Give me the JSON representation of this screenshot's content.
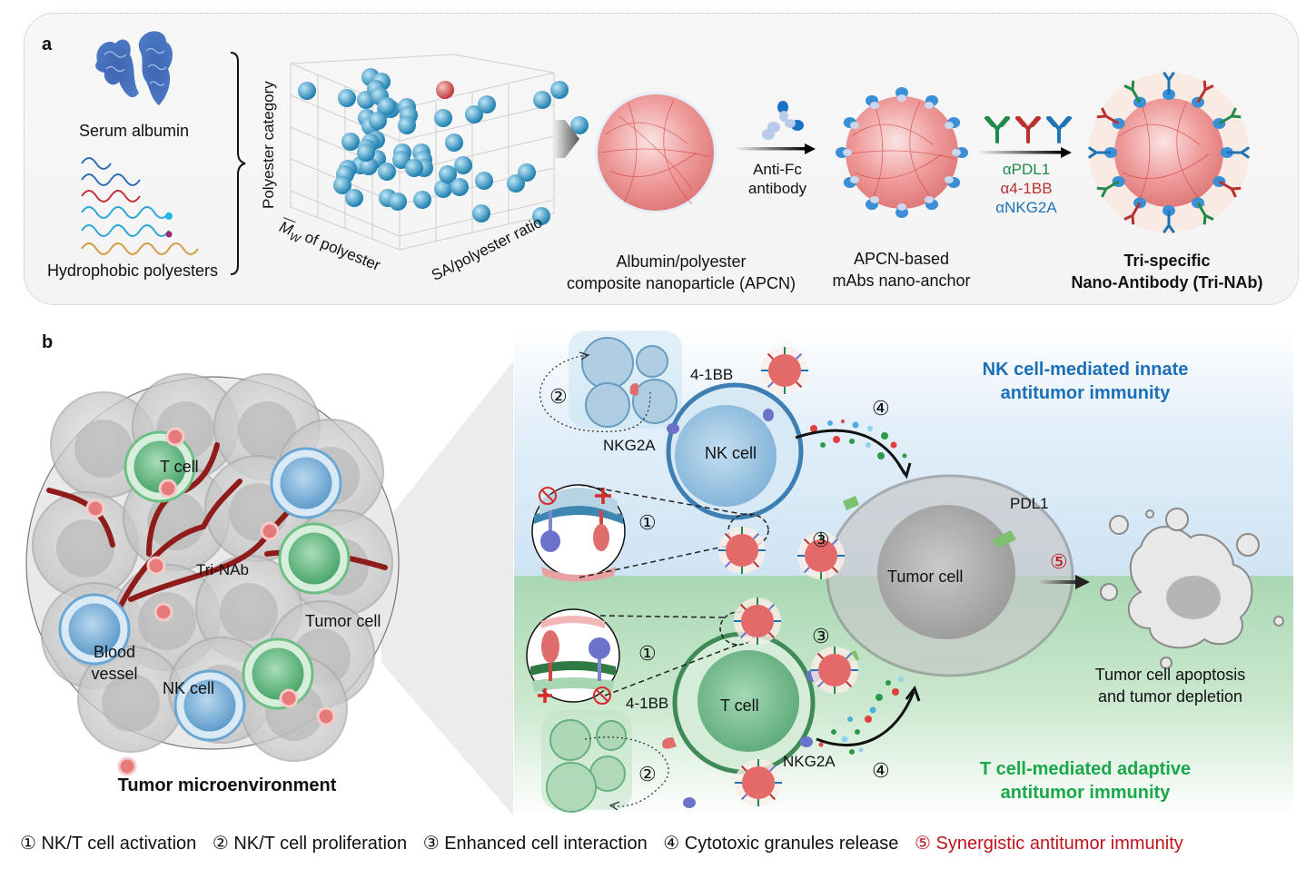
{
  "panel_a": {
    "label": "a",
    "serum_albumin": "Serum albumin",
    "hydrophobic_polyesters": "Hydrophobic polyesters",
    "scatter3d": {
      "z_axis": "Polyester category",
      "x_axis_symbol": "M",
      "x_axis_subscript": "W",
      "x_axis_rest": " of polyester",
      "y_axis": "SA/polyester ratio"
    },
    "apcn_caption_line1": "Albumin/polyester",
    "apcn_caption_line2": "composite nanoparticle (APCN)",
    "anti_fc_line1": "Anti-Fc",
    "anti_fc_line2": "antibody",
    "anchor_caption_line1": "APCN-based",
    "anchor_caption_line2": "mAbs nano-anchor",
    "antibodies": [
      {
        "label": "αPDL1",
        "color": "#1f8a4c"
      },
      {
        "label": "α4-1BB",
        "color": "#b8312f"
      },
      {
        "label": "αNKG2A",
        "color": "#1e73b5"
      }
    ],
    "trinab_caption_line1": "Tri-specific",
    "trinab_caption_line2": "Nano-Antibody (Tri-NAb)"
  },
  "panel_b": {
    "label": "b",
    "tme": {
      "t_cell": "T cell",
      "tri_nab": "Tri-NAb",
      "tumor_cell": "Tumor cell",
      "blood_vessel_line1": "Blood",
      "blood_vessel_line2": "vessel",
      "nk_cell": "NK cell",
      "title": "Tumor microenvironment"
    },
    "mechanism": {
      "nk_title_line1": "NK cell-mediated innate",
      "nk_title_line2": "antitumor immunity",
      "t_title_line1": "T cell-mediated adaptive",
      "t_title_line2": "antitumor immunity",
      "nk_cell": "NK cell",
      "t_cell": "T cell",
      "tumor_cell": "Tumor cell",
      "receptor_41bb": "4-1BB",
      "receptor_nkg2a": "NKG2A",
      "ligand_pdl1": "PDL1",
      "step1": "①",
      "step2": "②",
      "step3": "③",
      "step4": "④",
      "step5": "⑤",
      "apoptosis_line1": "Tumor cell apoptosis",
      "apoptosis_line2": "and tumor depletion",
      "nk_color": "#1b6fb8",
      "t_color": "#18a84a",
      "synergy_color": "#c0141c"
    }
  },
  "legend": [
    {
      "text": "① NK/T cell activation",
      "color": "#111111"
    },
    {
      "text": "② NK/T cell proliferation",
      "color": "#111111"
    },
    {
      "text": "③ Enhanced cell interaction",
      "color": "#111111"
    },
    {
      "text": "④ Cytotoxic granules release",
      "color": "#111111"
    },
    {
      "text": "⑤ Synergistic antitumor immunity",
      "color": "#c0141c"
    }
  ]
}
